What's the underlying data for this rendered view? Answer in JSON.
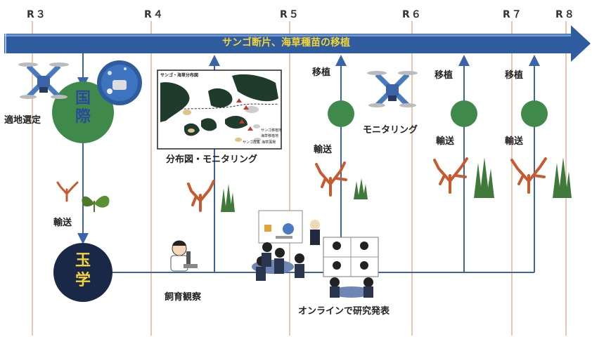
{
  "years": [
    "R３",
    "R４",
    "R５",
    "R６",
    "R７",
    "R８"
  ],
  "arrow_title": "サンゴ断片、海草種苗の移植",
  "node_kokusai": [
    "国",
    "際"
  ],
  "node_gyokugaku": [
    "玉",
    "学"
  ],
  "labels": {
    "site_selection": "適地選定",
    "transport_1": "輸送",
    "distribution_map": "分布図・モニタリング",
    "rearing": "飼育観察",
    "transplant_1": "移植",
    "transport_2": "輸送",
    "monitoring": "モニタリング",
    "transplant_2": "移植",
    "transport_3": "輸送",
    "transplant_3": "移植",
    "transport_4": "輸送",
    "online": "オンラインで研究発表"
  },
  "map_card": {
    "title": "サンゴ・海草分布図",
    "legend": [
      "サンゴ移植地",
      "海草移植地",
      "サンゴ群集",
      "海草藻場"
    ]
  },
  "colors": {
    "arrow": "#2e5c9e",
    "line": "#3a63a8",
    "year_line": "#d9a07a",
    "kokusai_fill": "#3f8a4b",
    "gyokugaku_fill": "#1a2847",
    "gyokugaku_text": "#f4d23a",
    "coral": "#c75a2e",
    "seagrass": "#3f7a3a"
  }
}
